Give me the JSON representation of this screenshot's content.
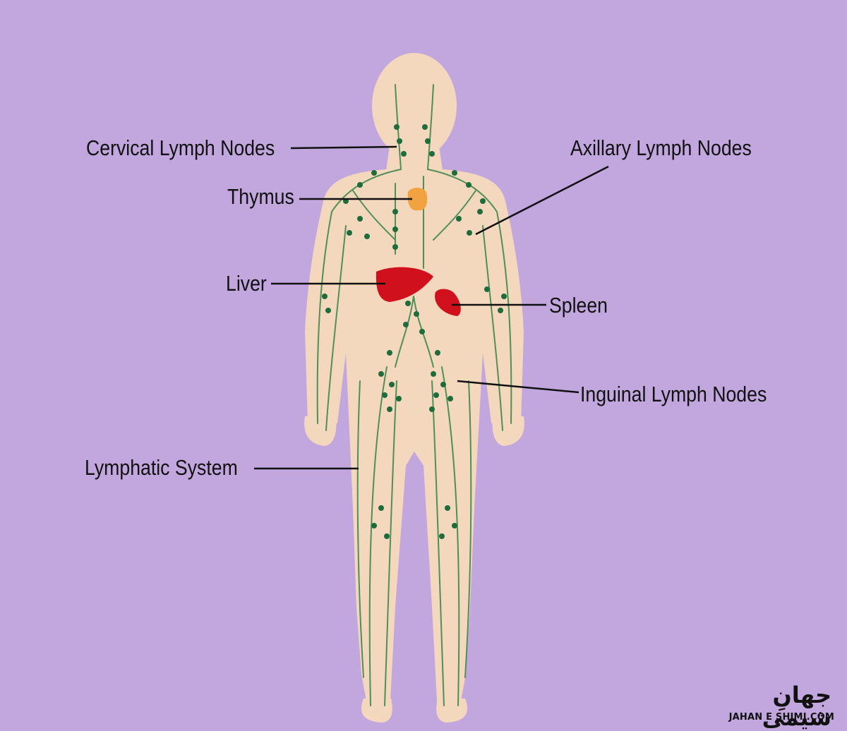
{
  "colors": {
    "background": "#c2a6de",
    "skin": "#f4d8bd",
    "lymph_vessel": "#4f8f59",
    "lymph_node": "#1e6b3c",
    "thymus": "#f0a340",
    "liver": "#d0101c",
    "spleen": "#d0101c",
    "leader_line": "#111111"
  },
  "labels": {
    "cervical": "Cervical Lymph Nodes",
    "axillary": "Axillary Lymph Nodes",
    "thymus": "Thymus",
    "liver": "Liver",
    "spleen": "Spleen",
    "inguinal": "Inguinal Lymph Nodes",
    "lymphatic_system": "Lymphatic System"
  },
  "watermark": {
    "arabic": "جهانِ شیمی",
    "latin": "JAHAN E SHIMI.COM"
  }
}
